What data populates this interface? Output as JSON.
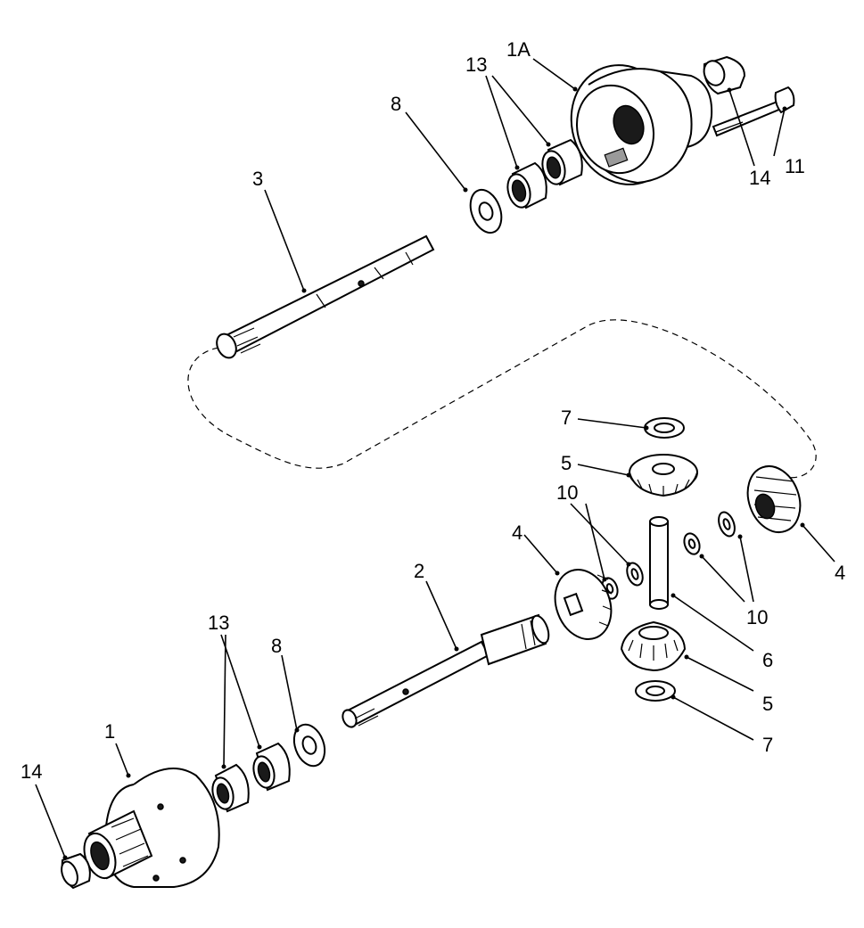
{
  "callouts": {
    "housing_1": "1",
    "housing_1a": "1A",
    "shaft_2": "2",
    "shaft_3": "3",
    "gear_4_left": "4",
    "gear_4_right": "4",
    "pinion_5_top": "5",
    "pinion_5_bottom": "5",
    "pin_6": "6",
    "washer_7_top": "7",
    "washer_7_bottom": "7",
    "washer_8_top": "8",
    "washer_8_bottom": "8",
    "washers_10_top": "10",
    "washers_10_bottom": "10",
    "bolt_11": "11",
    "bearings_13_top": "13",
    "bearings_13_bottom": "13",
    "bushing_14_top": "14",
    "bushing_14_bottom": "14"
  }
}
